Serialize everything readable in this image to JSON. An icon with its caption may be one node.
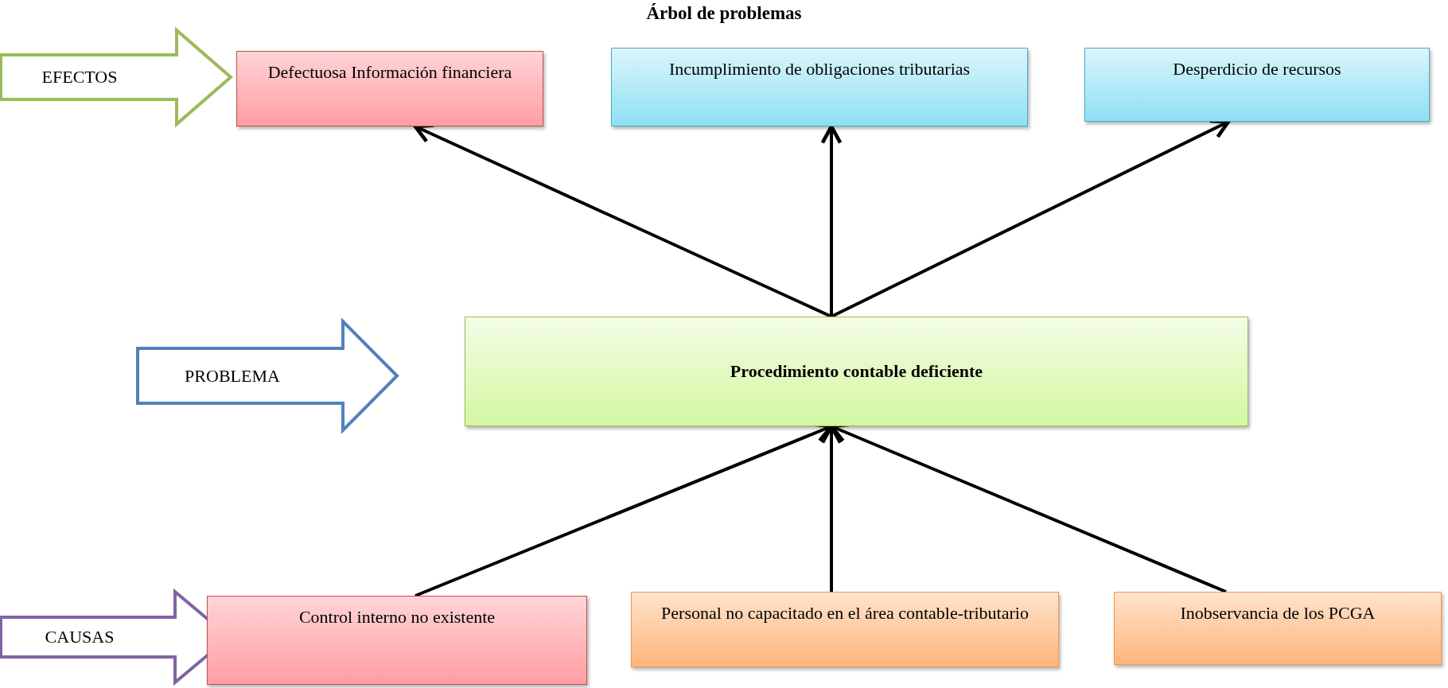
{
  "diagram": {
    "title": "Árbol de problemas",
    "nodes": [
      {
        "text": [
          "EFECTOS"
        ]
      },
      {
        "text": [
          "Defectuosa Información financiera"
        ]
      },
      {
        "text": [
          "Incumplimiento de obligaciones tributarias"
        ]
      },
      {
        "text": [
          "Desperdicio de recursos"
        ]
      },
      {
        "text": [
          "PROBLEMA"
        ]
      },
      {
        "text": [
          "Procedimiento contable deficiente"
        ]
      },
      {
        "text": [
          "CAUSAS"
        ]
      },
      {
        "text": [
          "Control interno no existente"
        ]
      },
      {
        "text": [
          "Personal no capacitado en el área contable-tributario"
        ]
      },
      {
        "text": [
          "Inobservancia de los PCGA"
        ]
      }
    ],
    "edges": [
      {
        "from": 5,
        "to": 1,
        "arrow": "to"
      },
      {
        "from": 5,
        "to": 2,
        "arrow": "to"
      },
      {
        "from": 5,
        "to": 3,
        "arrow": "to"
      },
      {
        "from": 7,
        "to": 5,
        "arrow": "to"
      },
      {
        "from": 8,
        "to": 5,
        "arrow": "to"
      },
      {
        "from": 9,
        "to": 5,
        "arrow": "to"
      }
    ]
  }
}
